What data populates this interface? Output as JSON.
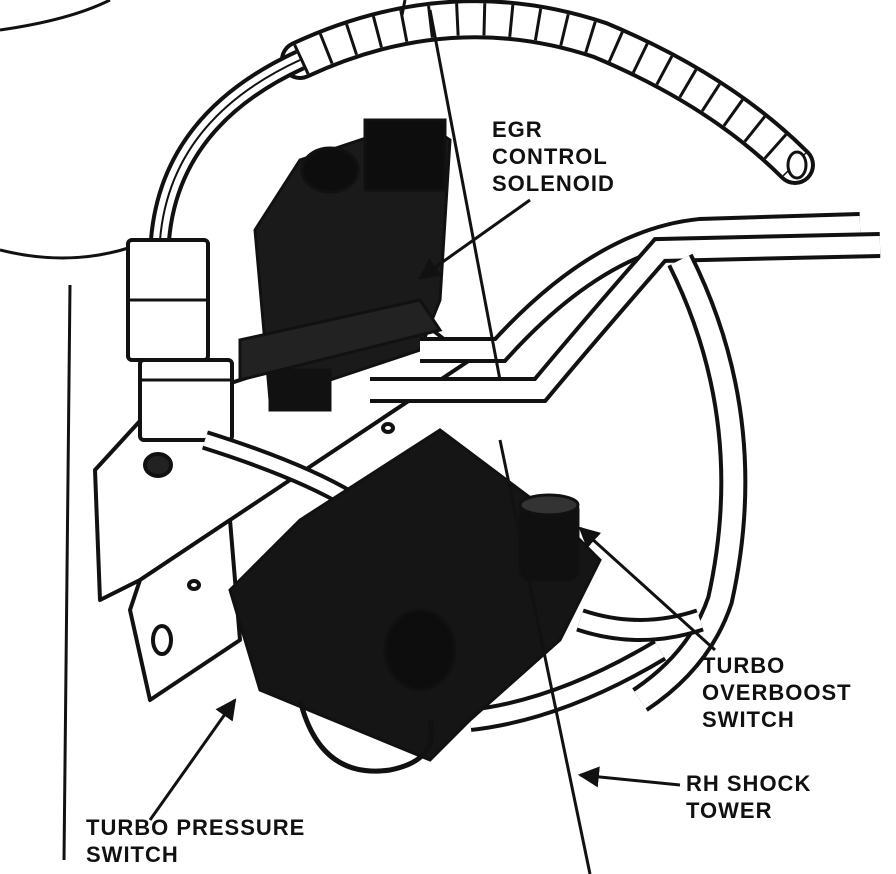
{
  "labels": {
    "egr_control_solenoid": [
      "EGR",
      "CONTROL",
      "SOLENOID"
    ],
    "turbo_overboost_switch": [
      "TURBO",
      "OVERBOOST",
      "SWITCH"
    ],
    "rh_shock_tower": [
      "RH SHOCK",
      "TOWER"
    ],
    "turbo_pressure_switch": [
      "TURBO PRESSURE",
      "SWITCH"
    ]
  },
  "colors": {
    "ink": "#111111",
    "paper": "#ffffff"
  }
}
